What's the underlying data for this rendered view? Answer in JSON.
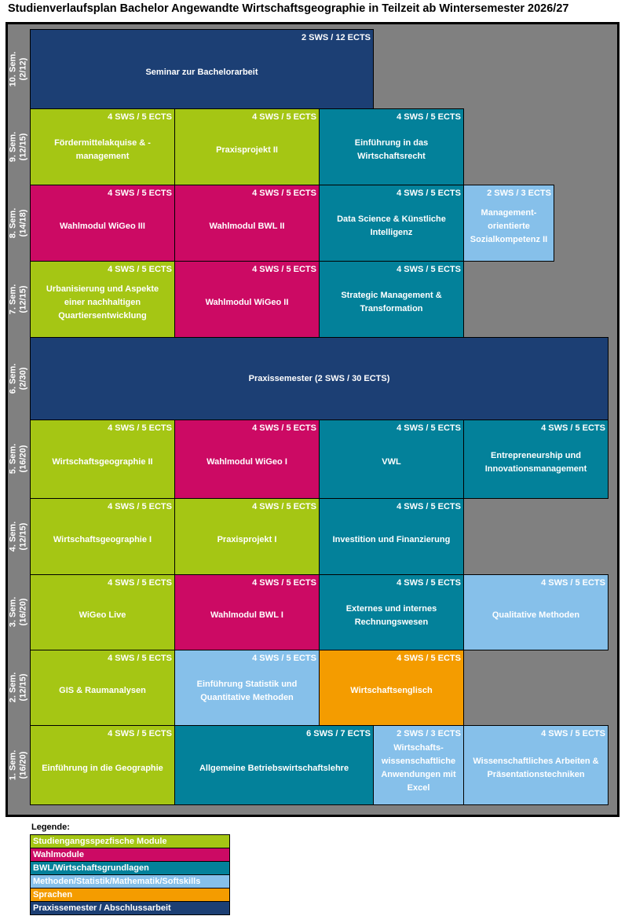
{
  "title": "Studienverlaufsplan Bachelor Angewandte Wirtschaftsgeographie in Teilzeit ab Wintersemester 2026/27",
  "colors": {
    "studiengang": "#a5c614",
    "wahl": "#cc0a64",
    "bwl": "#03819a",
    "methoden": "#86c0ea",
    "sprachen": "#f49c00",
    "praxis": "#1c3f74",
    "background": "#808080"
  },
  "semesters": [
    {
      "label": "10. Sem.",
      "sub": "(2/12)",
      "modules": [
        {
          "sws": "2 SWS / 12 ECTS",
          "name": "Seminar zur Bachelorarbeit"
        }
      ]
    },
    {
      "label": "9. Sem.",
      "sub": "(12/15)",
      "modules": [
        {
          "sws": "4 SWS / 5 ECTS",
          "name": "Fördermittelakquise & -management"
        },
        {
          "sws": "4 SWS / 5 ECTS",
          "name": "Praxisprojekt II"
        },
        {
          "sws": "4 SWS / 5 ECTS",
          "name": "Einführung in das Wirtschaftsrecht"
        }
      ]
    },
    {
      "label": "8. Sem.",
      "sub": "(14/18)",
      "modules": [
        {
          "sws": "4 SWS / 5 ECTS",
          "name": "Wahlmodul WiGeo III"
        },
        {
          "sws": "4 SWS / 5 ECTS",
          "name": "Wahlmodul BWL II"
        },
        {
          "sws": "4 SWS / 5 ECTS",
          "name": "Data Science & Künstliche Intelligenz"
        },
        {
          "sws": "2 SWS / 3 ECTS",
          "name": "Management-orientierte Sozialkompetenz II"
        }
      ]
    },
    {
      "label": "7. Sem.",
      "sub": "(12/15)",
      "modules": [
        {
          "sws": "4 SWS / 5 ECTS",
          "name": "Urbanisierung und Aspekte einer nachhaltigen Quartiersentwicklung"
        },
        {
          "sws": "4 SWS / 5 ECTS",
          "name": "Wahlmodul WiGeo II"
        },
        {
          "sws": "4 SWS / 5 ECTS",
          "name": "Strategic Management & Transformation"
        }
      ]
    },
    {
      "label": "6. Sem.",
      "sub": "(2/30)",
      "modules": [
        {
          "sws": "",
          "name": "Praxissemester (2 SWS / 30 ECTS)"
        }
      ]
    },
    {
      "label": "5. Sem.",
      "sub": "(16/20)",
      "modules": [
        {
          "sws": "4 SWS / 5 ECTS",
          "name": "Wirtschaftsgeographie II"
        },
        {
          "sws": "4 SWS / 5 ECTS",
          "name": "Wahlmodul WiGeo I"
        },
        {
          "sws": "4 SWS / 5 ECTS",
          "name": "VWL"
        },
        {
          "sws": "4 SWS / 5 ECTS",
          "name": "Entrepreneurship und Innovationsmanagement"
        }
      ]
    },
    {
      "label": "4. Sem.",
      "sub": "(12/15)",
      "modules": [
        {
          "sws": "4 SWS / 5 ECTS",
          "name": "Wirtschaftsgeographie I"
        },
        {
          "sws": "4 SWS / 5 ECTS",
          "name": "Praxisprojekt I"
        },
        {
          "sws": "4 SWS / 5 ECTS",
          "name": "Investition und Finanzierung"
        }
      ]
    },
    {
      "label": "3. Sem.",
      "sub": "(16/20)",
      "modules": [
        {
          "sws": "4 SWS / 5 ECTS",
          "name": "WiGeo Live"
        },
        {
          "sws": "4 SWS / 5 ECTS",
          "name": "Wahlmodul BWL I"
        },
        {
          "sws": "4 SWS / 5 ECTS",
          "name": "Externes und internes Rechnungswesen"
        },
        {
          "sws": "4 SWS / 5 ECTS",
          "name": "Qualitative Methoden"
        }
      ]
    },
    {
      "label": "2. Sem.",
      "sub": "(12/15)",
      "modules": [
        {
          "sws": "4 SWS / 5 ECTS",
          "name": "GIS & Raumanalysen"
        },
        {
          "sws": "4 SWS / 5 ECTS",
          "name": "Einführung Statistik und Quantitative Methoden"
        },
        {
          "sws": "4 SWS / 5 ECTS",
          "name": "Wirtschaftsenglisch"
        }
      ]
    },
    {
      "label": "1. Sem.",
      "sub": "(16/20)",
      "modules": [
        {
          "sws": "4 SWS / 5 ECTS",
          "name": "Einführung in die Geographie"
        },
        {
          "sws": "6 SWS / 7 ECTS",
          "name": "Allgemeine Betriebswirtschaftslehre"
        },
        {
          "sws": "2 SWS / 3 ECTS",
          "name": "Wirtschafts-wissenschaftliche Anwendungen mit Excel"
        },
        {
          "sws": "4 SWS / 5 ECTS",
          "name": "Wissenschaftliches Arbeiten & Präsentationstechniken"
        }
      ]
    }
  ],
  "legend": {
    "title": "Legende:",
    "items": [
      "Studiengangsspezfische Module",
      "Wahlmodule",
      "BWL/Wirtschaftsgrundlagen",
      "Methoden/Statistik/Mathematik/Softskills",
      "Sprachen",
      "Praxissemester / Abschlussarbeit"
    ]
  }
}
